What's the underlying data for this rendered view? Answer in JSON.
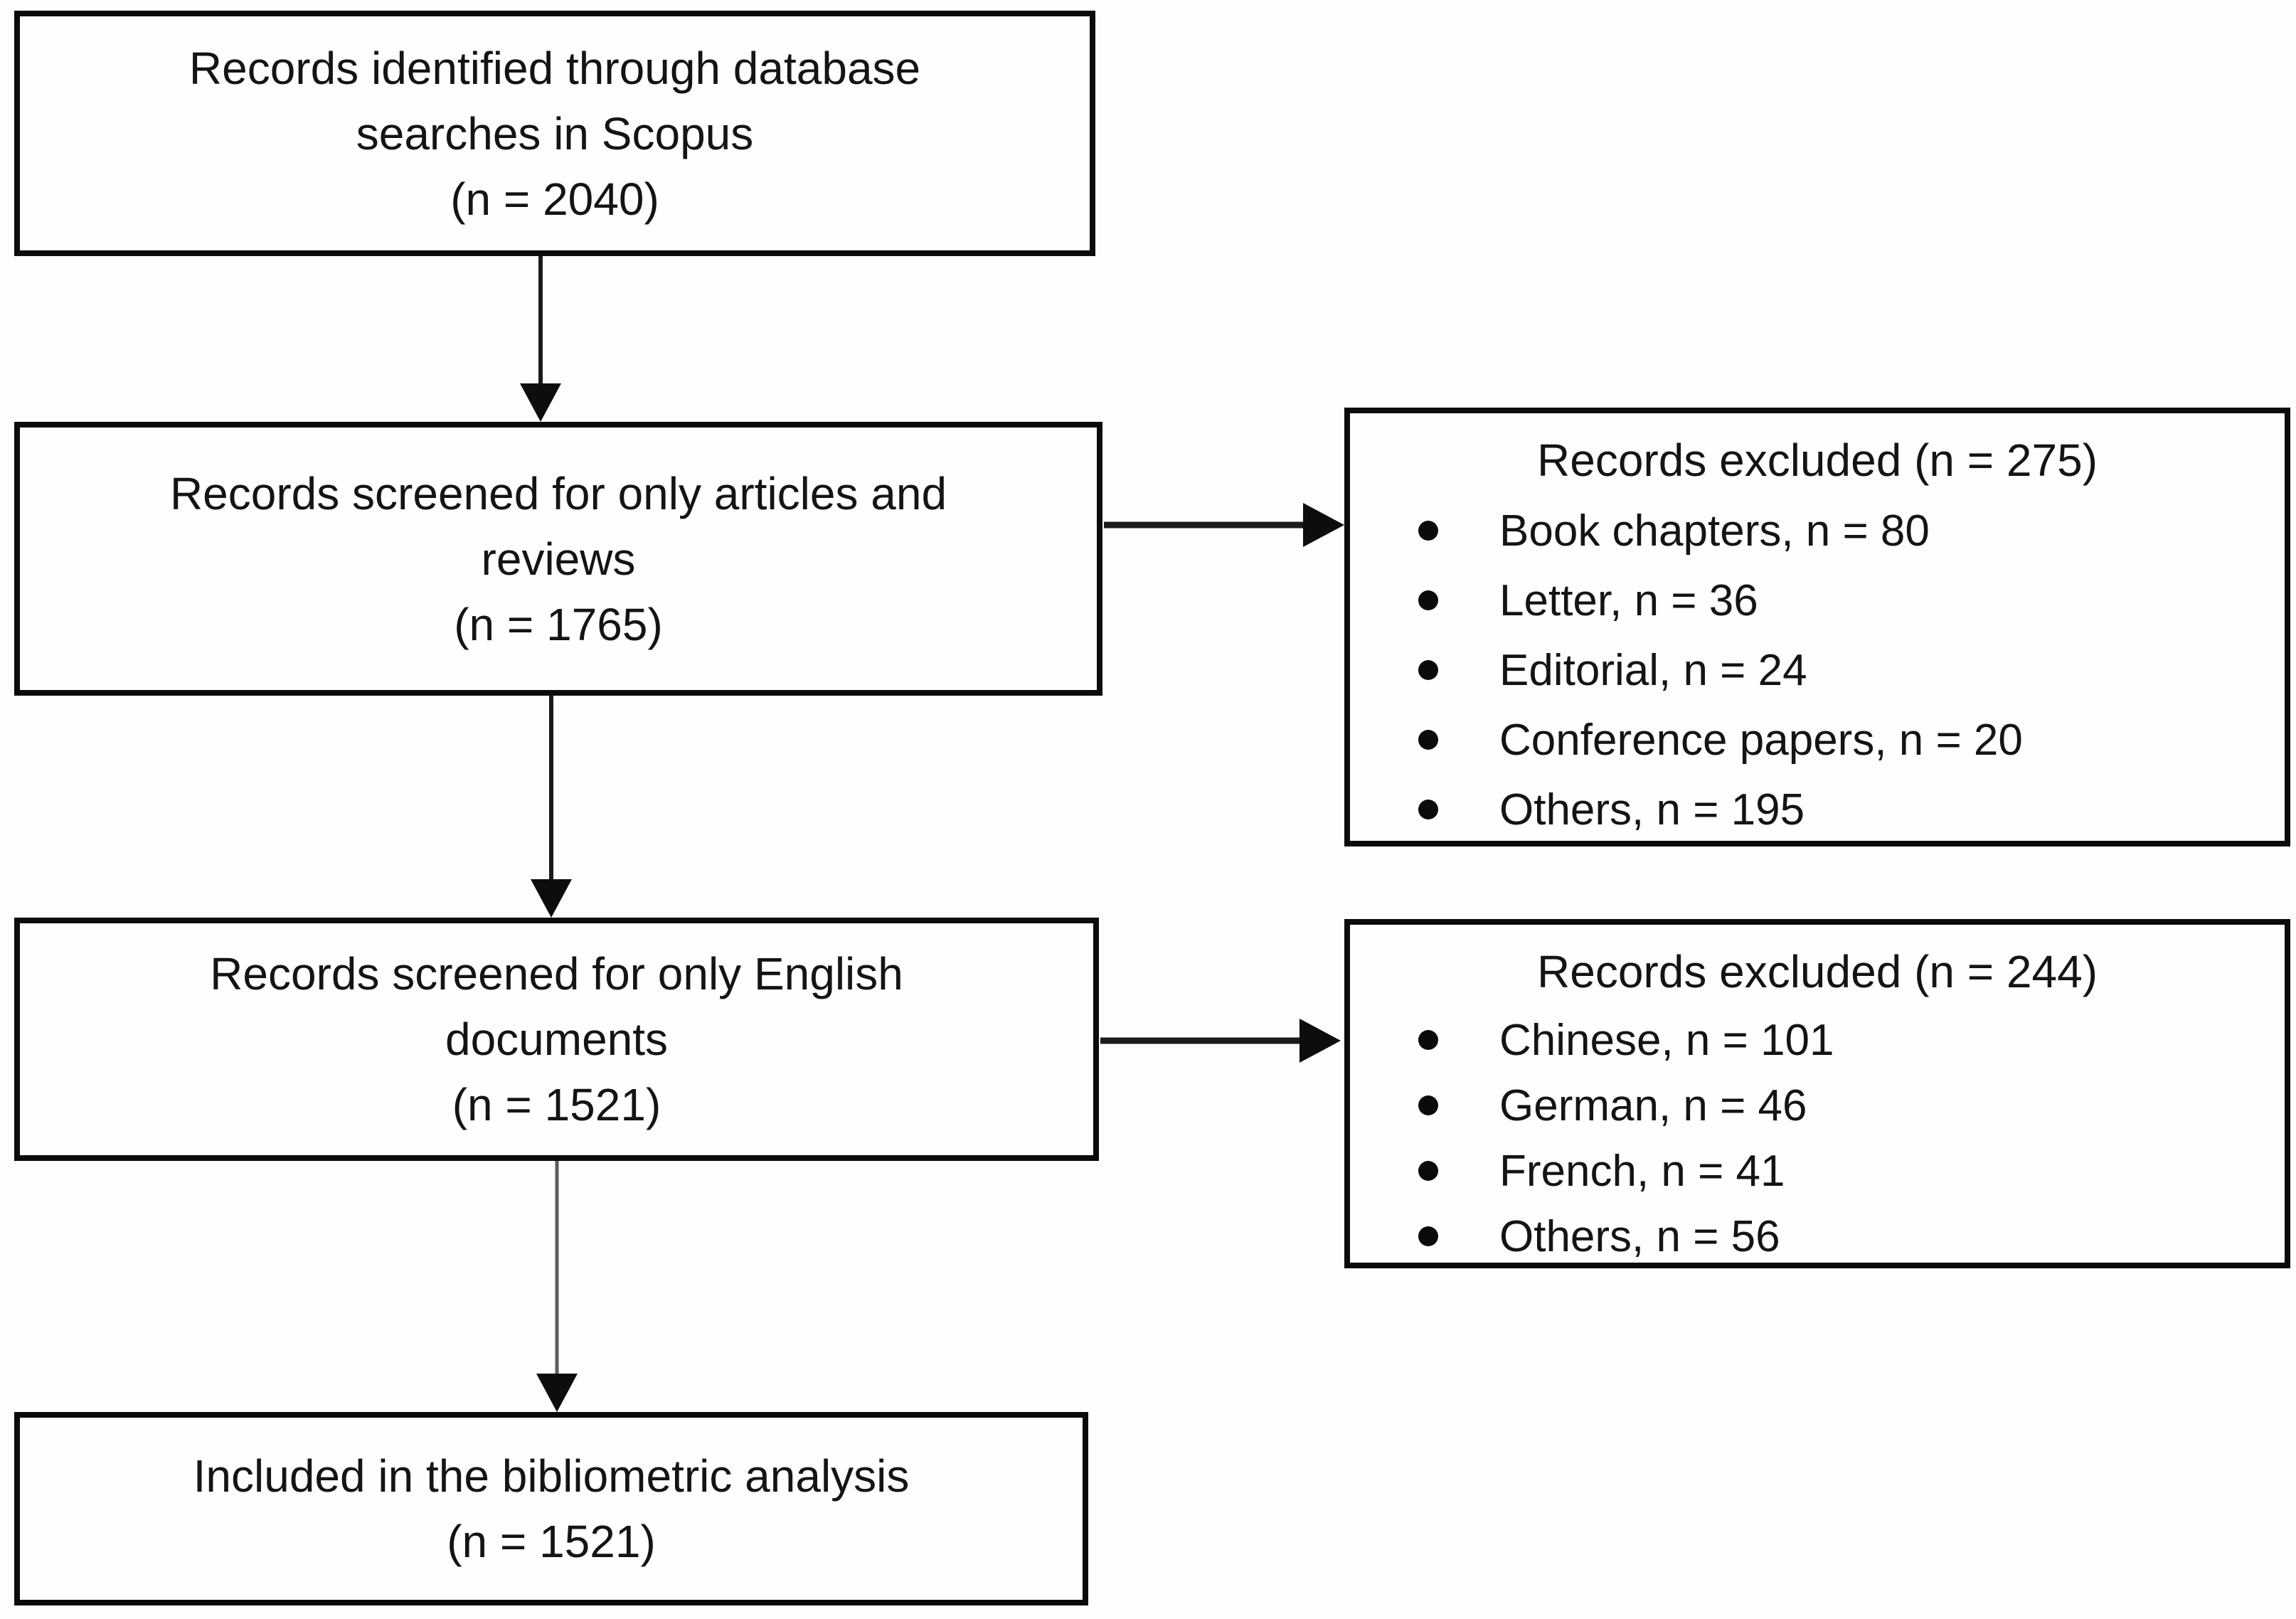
{
  "flow": {
    "main_boxes": [
      {
        "id": "identified",
        "lines": [
          "Records identified through database",
          "searches in Scopus",
          "(n = 2040)"
        ]
      },
      {
        "id": "screened-articles",
        "lines": [
          "Records screened for only articles and",
          "reviews",
          "(n = 1765)"
        ]
      },
      {
        "id": "screened-english",
        "lines": [
          "Records screened for only English",
          "documents",
          "(n = 1521)"
        ]
      },
      {
        "id": "included",
        "lines": [
          "Included in the bibliometric analysis",
          "(n = 1521)"
        ]
      }
    ],
    "side_boxes": [
      {
        "title": "Records excluded (n = 275)",
        "items": [
          "Book chapters, n = 80",
          "Letter, n = 36",
          "Editorial, n = 24",
          "Conference papers, n = 20",
          "Others, n = 195"
        ]
      },
      {
        "title": "Records excluded (n = 244)",
        "items": [
          "Chinese, n = 101",
          "German, n = 46",
          "French, n = 41",
          "Others, n = 56"
        ]
      }
    ],
    "colors": {
      "box_border": "#0b0b0b",
      "text": "#141414",
      "arrow": "#1a1a1a",
      "long_arrow_shaft": "#5c5c5c",
      "background": "#fdfdfd"
    }
  }
}
